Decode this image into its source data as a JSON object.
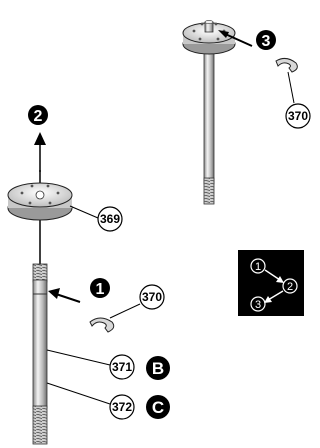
{
  "parts": {
    "e_ring_top": "370",
    "washer": "369",
    "e_ring_mid": "370",
    "shaft_b": "371",
    "shaft_c": "372"
  },
  "steps": {
    "step1": "1",
    "step2": "2",
    "step3": "3"
  },
  "letters": {
    "b": "B",
    "c": "C"
  },
  "legend": {
    "n1": "1",
    "n2": "2",
    "n3": "3"
  }
}
